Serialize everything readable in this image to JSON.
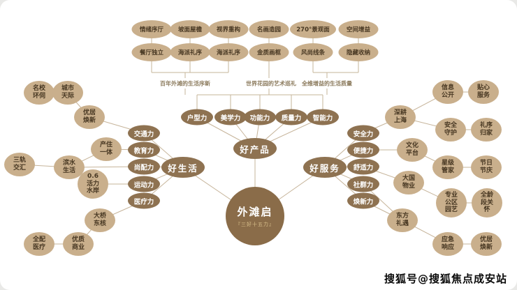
{
  "watermark": "搜狐号@搜狐焦点成安站",
  "center": {
    "title": "外滩启",
    "subtitle": "『三好十五力』"
  },
  "branches": {
    "life": "好生活",
    "product": "好产品",
    "service": "好服务"
  },
  "product": {
    "row1": [
      "情绪序厅",
      "坡面屋檐",
      "视界重构",
      "名画造园",
      "270°景观面",
      "空间增益"
    ],
    "row2": [
      "餐厅独立",
      "海派礼序",
      "海派礼序",
      "金质画框",
      "风尚线条",
      "隐藏收纳"
    ],
    "notes": [
      "百年外滩的生活序新",
      "世界花园的艺术巡礼",
      "全维增益的生活质量"
    ],
    "powers": [
      "户型力",
      "美学力",
      "功能力",
      "质量力",
      "智能力"
    ]
  },
  "life": {
    "powers": [
      "交通力",
      "教育力",
      "尚配力",
      "运动力",
      "医疗力"
    ],
    "leaves": [
      "名校环伺",
      "城市天际",
      "优居焕新",
      "产住一体",
      "三轨交汇",
      "滨水生活",
      "0.6活力水岸",
      "大桥东核",
      "全配医疗",
      "优质商业"
    ]
  },
  "service": {
    "powers": [
      "安全力",
      "便捷力",
      "舒适力",
      "社群力",
      "焕新力"
    ],
    "leaves": [
      "深耕上海",
      "信息公开",
      "贴心服务",
      "安全守护",
      "礼序归家",
      "文化平台",
      "星级管家",
      "节日节庆",
      "大国物业",
      "专业公区园艺",
      "全龄段关怀",
      "东方礼遇",
      "应急响应",
      "优居焕新"
    ]
  }
}
